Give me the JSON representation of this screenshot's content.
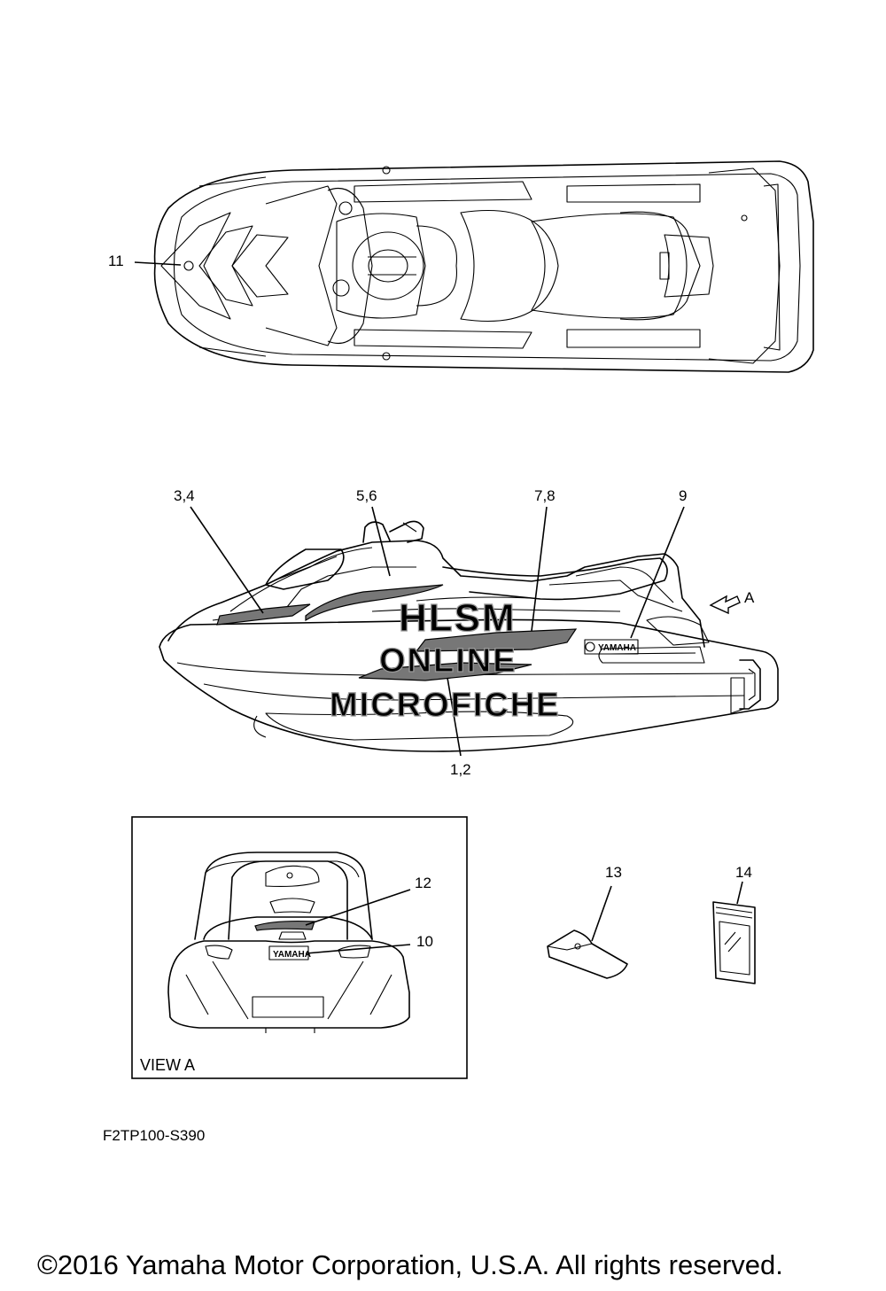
{
  "callouts": {
    "c11": "11",
    "c34": "3,4",
    "c56": "5,6",
    "c78": "7,8",
    "c9": "9",
    "c12": "1,2",
    "cA": "A",
    "c12b": "12",
    "c10": "10",
    "c13": "13",
    "c14": "14"
  },
  "view_label": "VIEW A",
  "part_code": "F2TP100-S390",
  "copyright": "©2016 Yamaha Motor Corporation, U.S.A. All rights reserved.",
  "decal_text": {
    "yamaha_side": "YAMAHA",
    "yamaha_rear": "YAMAHA"
  },
  "watermark": {
    "line1": "HLSM",
    "line2": "ONLINE",
    "line3": "MICROFICHE"
  }
}
